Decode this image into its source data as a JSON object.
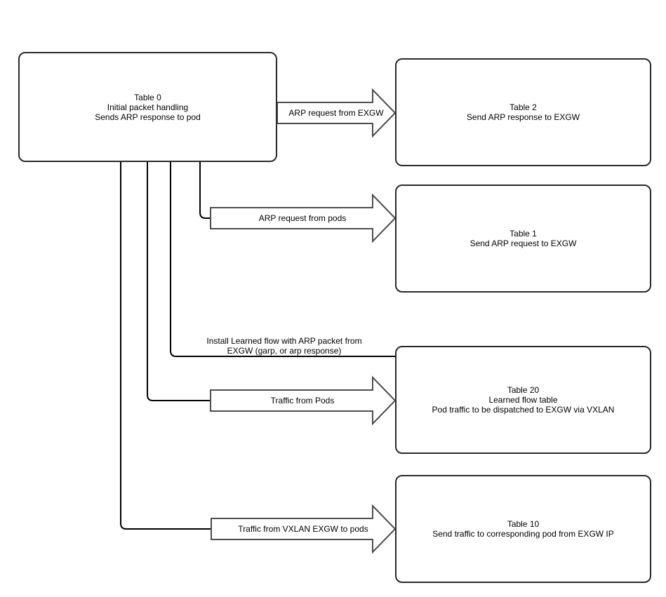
{
  "diagram": {
    "background_color": "#ffffff",
    "box_border_color": "#292929",
    "arrow_stroke_color": "#4d4d4d",
    "connector_color": "#000000",
    "boxes": [
      {
        "id": "table-0",
        "lines": [
          "Table 0",
          "Initial packet handling",
          "Sends ARP response to pod"
        ]
      },
      {
        "id": "table-2",
        "lines": [
          "Table 2",
          "Send ARP response to EXGW"
        ]
      },
      {
        "id": "table-1",
        "lines": [
          "Table 1",
          "Send ARP request to EXGW"
        ]
      },
      {
        "id": "table-20",
        "lines": [
          "Table 20",
          "Learned flow table",
          "Pod traffic to be dispatched to EXGW via VXLAN"
        ]
      },
      {
        "id": "table-10",
        "lines": [
          "Table 10",
          "Send traffic to corresponding pod from EXGW IP"
        ]
      }
    ],
    "arrows": [
      {
        "id": "arp-request-from-exgw",
        "label": "ARP request from EXGW",
        "from": "table-0",
        "to": "table-2"
      },
      {
        "id": "arp-request-from-pods",
        "label": "ARP request from pods",
        "from": "table-0",
        "to": "table-1"
      },
      {
        "id": "traffic-from-pods",
        "label": "Traffic from Pods",
        "from": "table-0",
        "to": "table-20"
      },
      {
        "id": "traffic-from-vxlan-exgw-to-pods",
        "label": "Traffic from VXLAN EXGW to pods",
        "from": "table-0",
        "to": "table-10"
      }
    ],
    "edge_label": {
      "lines": [
        "Install Learned flow with ARP packet from",
        "EXGW (garp, or arp response)"
      ],
      "from": "table-0",
      "to": "table-20"
    }
  }
}
